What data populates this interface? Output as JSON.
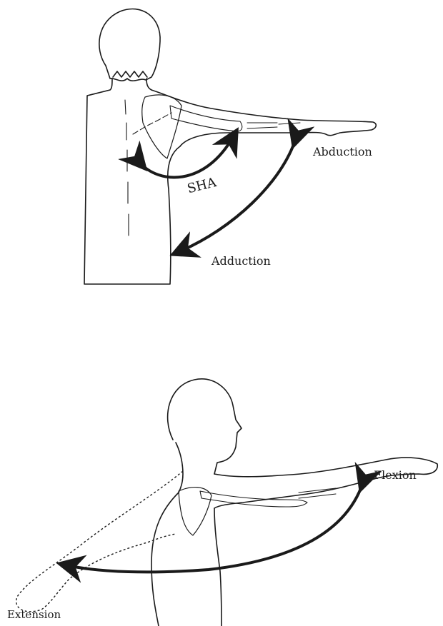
{
  "figure": {
    "colors": {
      "line": "#1a1a1a",
      "background": "#ffffff"
    },
    "top_panel": {
      "labels": {
        "abduction": "Abduction",
        "adduction": "Adduction",
        "sha": "SHA"
      }
    },
    "bottom_panel": {
      "labels": {
        "flexion": "Flexion",
        "extension": "Extension"
      }
    }
  }
}
